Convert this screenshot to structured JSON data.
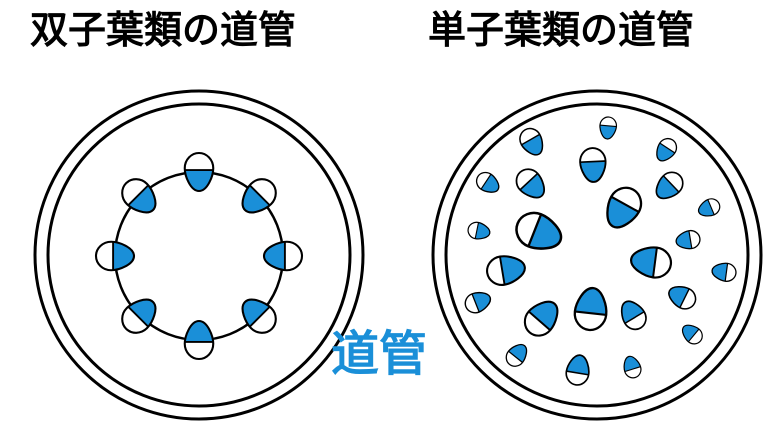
{
  "titles": {
    "dicot": "双子葉類の道管",
    "monocot": "単子葉類の道管"
  },
  "callout": {
    "label": "道管"
  },
  "colors": {
    "xylem": "#1a8fd8",
    "callout_text": "#1a8fd8",
    "outline": "#000000",
    "background": "#ffffff"
  }
}
